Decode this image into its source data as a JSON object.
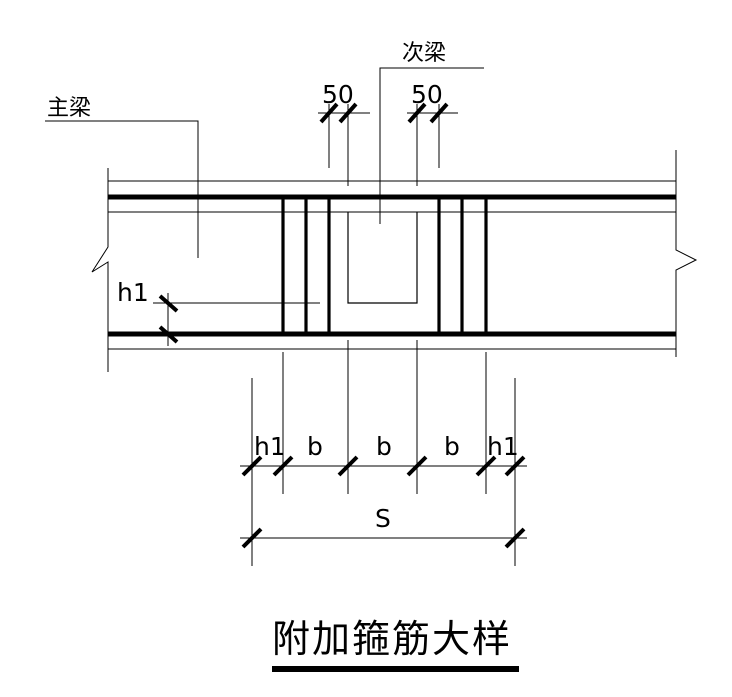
{
  "labels": {
    "main_beam": "主梁",
    "secondary_beam": "次梁",
    "dim_top_left": "50",
    "dim_top_right": "50",
    "h1_side": "h1",
    "dim_h1_left": "h1",
    "dim_b1": "b",
    "dim_b2": "b",
    "dim_b3": "b",
    "dim_h1_right": "h1",
    "dim_total": "S",
    "title": "附加箍筋大样"
  }
}
